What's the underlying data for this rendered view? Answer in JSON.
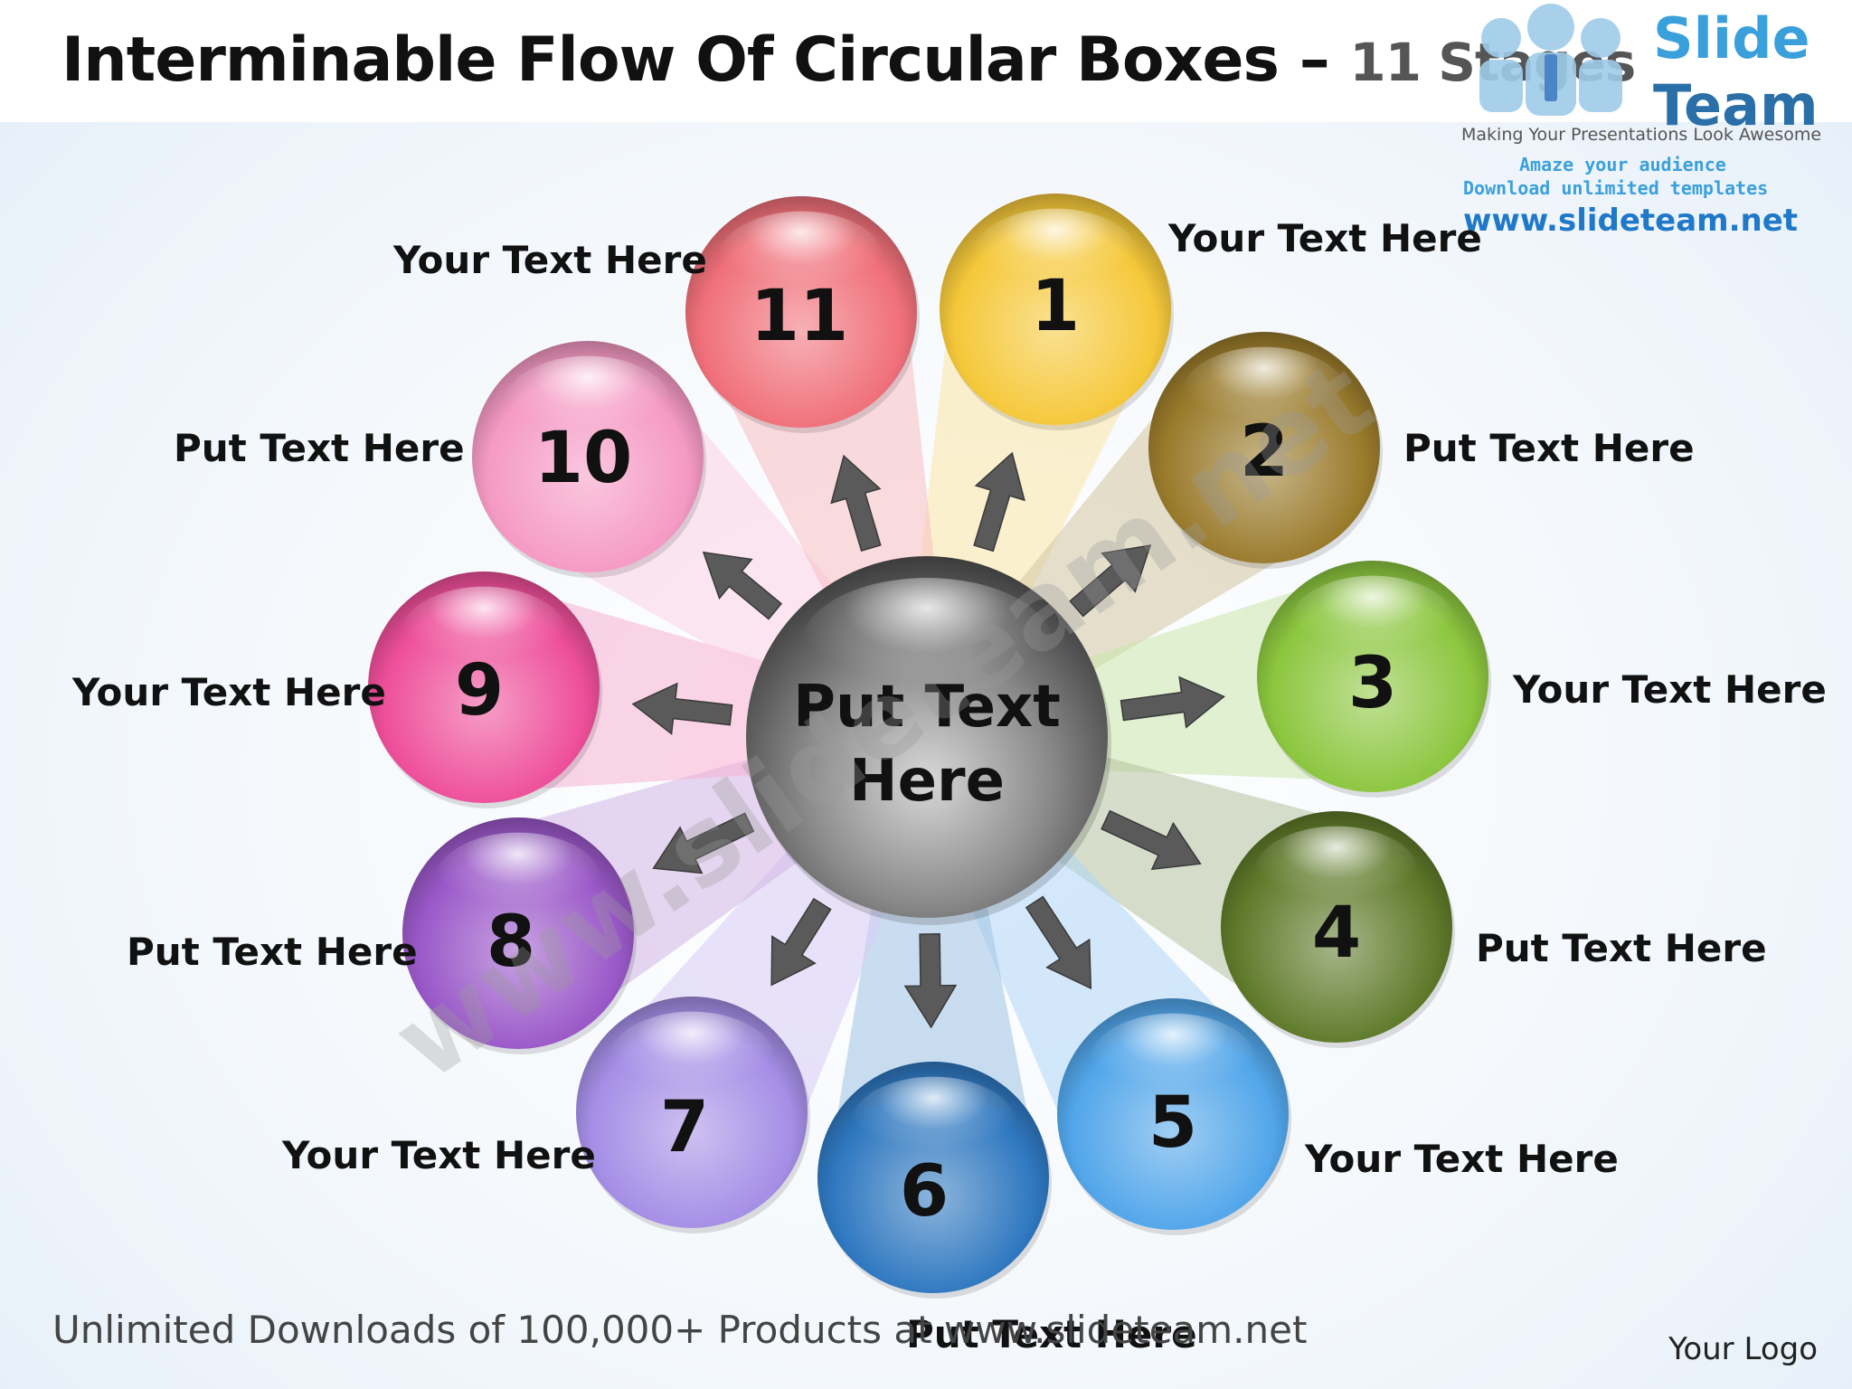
{
  "title": {
    "main": "Interminable Flow Of Circular Boxes – ",
    "sub": "11 Stages"
  },
  "logo": {
    "brand_top": "Slide",
    "brand_bottom": "Team",
    "tagline": "Making Your Presentations Look Awesome",
    "line1": "Amaze your audience",
    "line2": "Download unlimited templates",
    "url": "www.slideteam.net"
  },
  "watermark": "www.slideteam.net",
  "center": {
    "line1": "Put Text",
    "line2": "Here",
    "color": "#6e6e6e"
  },
  "stages": [
    {
      "number": "1",
      "label": "Your Text Here",
      "color": "#f5c83a"
    },
    {
      "number": "2",
      "label": "Put Text Here",
      "color": "#9a7b2c"
    },
    {
      "number": "3",
      "label": "Your Text Here",
      "color": "#8cc63f"
    },
    {
      "number": "4",
      "label": "Put Text Here",
      "color": "#5f7a2a"
    },
    {
      "number": "5",
      "label": "Your Text Here",
      "color": "#52a6ea"
    },
    {
      "number": "6",
      "label": "Put Text Here",
      "color": "#2f78c0"
    },
    {
      "number": "7",
      "label": "Your Text Here",
      "color": "#a58ee6"
    },
    {
      "number": "8",
      "label": "Put Text Here",
      "color": "#9a58c8"
    },
    {
      "number": "9",
      "label": "Your Text Here",
      "color": "#ee4f9a"
    },
    {
      "number": "10",
      "label": "Put Text Here",
      "color": "#f59ac4"
    },
    {
      "number": "11",
      "label": "Your Text Here",
      "color": "#f0707a"
    }
  ],
  "footer": {
    "downloads": "Unlimited Downloads of 100,000+ Products at www.slideteam.net",
    "your_logo": "Your Logo"
  }
}
